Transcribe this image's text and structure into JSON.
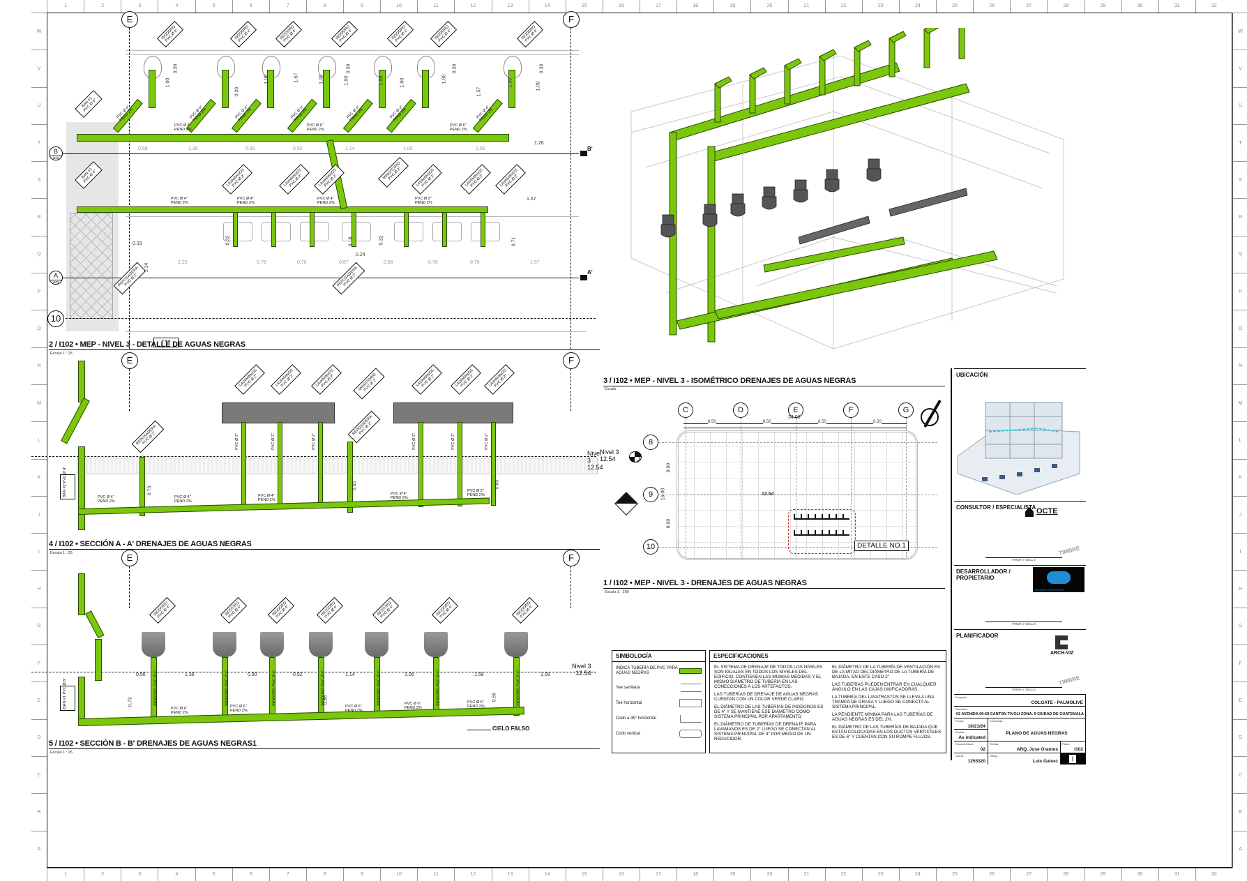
{
  "rulers": {
    "top": [
      "1",
      "2",
      "3",
      "4",
      "5",
      "6",
      "7",
      "8",
      "9",
      "10",
      "11",
      "12",
      "13",
      "14",
      "15",
      "16",
      "17",
      "18",
      "19",
      "20",
      "21",
      "22",
      "23",
      "24",
      "25",
      "26",
      "27",
      "28",
      "29",
      "30",
      "31",
      "32"
    ],
    "side": [
      "W",
      "V",
      "U",
      "T",
      "S",
      "R",
      "Q",
      "P",
      "O",
      "N",
      "M",
      "L",
      "K",
      "J",
      "I",
      "H",
      "G",
      "F",
      "E",
      "D",
      "C",
      "B",
      "A"
    ]
  },
  "views": {
    "plan_detail": {
      "title": "2 / I102 • MEP - NIVEL 3 - DETALLE DE AGUAS NEGRAS",
      "scale": "Escala 1 : 25",
      "grid": [
        "E",
        "F",
        "B",
        "B'",
        "A",
        "A'",
        "10"
      ],
      "section_ref": "I102",
      "tags": {
        "inodoro": "INODORO PVC Ø 4\"",
        "bajante1": "BAN #1 PVC Ø 6\"",
        "bajante2": "BAN #2 PVC Ø 4\"",
        "lavamanos": "LAVAMANOS PVC Ø 2\"",
        "mingitorio": "MINGITORIO PVC Ø 2\"",
        "reposadera": "REPOSADERA PVC Ø 2\""
      },
      "pipe_labels": {
        "main6": "PVC Ø 6\" PEND 2%",
        "main4": "PVC Ø 4\" PEND 2%",
        "branch4": "PVC Ø 4\" PEND 2%",
        "branch2": "PVC Ø 2\" PEND 2%"
      },
      "dims_top": [
        "0.39",
        "1.00",
        "0.39",
        "1.00",
        "1.57",
        "1.00",
        "1.00",
        "1.00",
        "0.39",
        "1.00",
        "1.00",
        "0.39",
        "1.57",
        "1.00",
        "0.39",
        "1.09"
      ],
      "dims_row1": [
        "0.58",
        "1.38",
        "0.90",
        "0.92",
        "1.14",
        "1.06",
        "1.58",
        "1.26"
      ],
      "dims_row2": [
        "2.23",
        "0.76",
        "0.76",
        "0.87",
        "0.88",
        "0.76",
        "0.76",
        "1.57"
      ],
      "dims_misc": [
        "1.67",
        "0.71",
        "0.32",
        "0.32",
        "0.18",
        "0.24",
        "0.33",
        "1.14"
      ]
    },
    "isometric": {
      "title": "3 / I102 • MEP - NIVEL 3 - ISOMÉTRICO DRENAJES DE AGUAS NEGRAS",
      "scale": "Escala"
    },
    "section_aa": {
      "title": "4 / I102 • SECCIÓN  A - A' DRENAJES DE AGUAS NEGRAS",
      "scale": "Escala 1 : 25",
      "grid": [
        "E",
        "F"
      ],
      "level": {
        "name": "Nivel 3",
        "elev": "12.54"
      },
      "dims": [
        "0.73",
        "0.65",
        "0.60"
      ],
      "vert_labels": [
        "PVC Ø 2\"",
        "PVC Ø 2\"",
        "PVC Ø 2\"",
        "PVC Ø 2\"",
        "PVC Ø 2\"",
        "PVC Ø 2\""
      ]
    },
    "section_bb": {
      "title": "5 / I102 • SECCIÓN B - B' DRENAJES DE AGUAS NEGRAS1",
      "scale": "Escala 1 : 25",
      "grid": [
        "E",
        "F"
      ],
      "level": {
        "name": "Nivel 3",
        "elev": "12.54"
      },
      "dims_top": [
        "0.56",
        "1.38",
        "0.90",
        "0.92",
        "1.14",
        "1.06",
        "1.58",
        "1.09"
      ],
      "dims": [
        "0.73",
        "0.66",
        "0.59"
      ],
      "cielo": "CIELO FALSO"
    },
    "key_plan": {
      "title": "1 / I102 • MEP - NIVEL 3 - DRENAJES DE AGUAS NEGRAS",
      "scale": "Escala 1 : 200",
      "grid_cols": [
        "C",
        "D",
        "E",
        "F",
        "G"
      ],
      "grid_rows": [
        "8",
        "9",
        "10"
      ],
      "spacing": [
        "8.50",
        "8.50",
        "8.50",
        "8.50"
      ],
      "total": "34.00",
      "row_dims": [
        "8.00",
        "8.00",
        "16.00"
      ],
      "level": {
        "name": "Nivel 3",
        "elev": "12.54"
      },
      "spot_elev": "12.54",
      "callout": "DETALLE NO.1"
    }
  },
  "simbologia": {
    "header": "SIMBOLOGÍA",
    "items": [
      {
        "label": "INDICA TUBERÍA DE PVC PARA AGUAS NEGRAS",
        "color": "#7ac70c"
      },
      {
        "label": "Yee sanitaria"
      },
      {
        "label": "Tee horizontal"
      },
      {
        "label": "Codo a 45° horizontal"
      },
      {
        "label": "Codo vertical"
      }
    ]
  },
  "especificaciones": {
    "header": "ESPECIFICACIONES",
    "col1": [
      "EL SISTEMA DE DRENAJE DE TODOS LOS NIVELES SON IGUALES EN TODOS LOS NIVELES DEL EDIFICIO, CONTIENEN LAS MISMAS MEDIDAS Y EL MISMO DIÁMETRO DE TUBERÍA EN LAS CONECCIONES A LOS ARTEFACTOS.",
      "LAS TUBERÍAS DE DRENAJE DE AGUAS NEGRAS CUENTAN CON UN COLOR VERDE CLARO.",
      "EL DIÁMETRO DE LAS TUBERÍAS DE INODOROS ES DE 4\" Y SE MANTIENE ESE DIÁMETRO COMO SISTEMA PRINCIPAL POR APARTAMENTO",
      "EL DIÁMETRO DE TUBERÍAS DE DRENAJE PARA LAVAMANOS ES DE 2\" LUEGO SE CONECTAN AL SISTEMA PRINCIPAL DE 4\" POR MEDIO DE UN REDUCIDOR."
    ],
    "col2": [
      "EL DIÁMETRO DE LA TUBERÍA DE VENTILACIÓN ES DE LA MITAD DEL DIÁMETRO DE LA TUBERÍA DE BAJADA, EN ESTE CASO 2\"",
      "LAS TUBERÍAS PUEDEN ENTRAR EN CUALQUIER ÁNGULO EN  LAS CAJAS UNIFICADORAS.",
      "LA TUBERÍA DEL LAVATRASTOS SE LLEVA A UNA TRAMPA DE GRASA Y LUEGO SE CONECTA AL SISTEMA PRINCIPAL.",
      "LA PENDIENTE MÍNIMA PARA LAS TUBERÍAS DE AGUAS NEGRAS ES DEL 2%.",
      "EL DIÁMETRO DE LAS TUBERÍAS DE BAJADA QUE ESTÁN COLOCADAS EN LOS DUCTOS VERTICALES ES DE 6\" Y CUENTAN CON SU ROMPE FLUJOS."
    ]
  },
  "title_block": {
    "ubicacion": "UBICACIÓN",
    "consultor": "CONSULTOR / ESPECIALISTA",
    "consultor_logo": "OCTE",
    "desarrollador": "DESARROLLADOR / PROPIETARIO",
    "desarrollador_logo": "COLGATE-PALMOLIVE",
    "planificador": "PLANIFICADOR",
    "planificador_logo": "ARCH-VIZ",
    "firma": "FIRMA Y SELLO",
    "timbre": "TIMBRE",
    "fields": {
      "proyecto_k": "Proyecto:",
      "proyecto": "COLGATE - PALMOLIVE",
      "direccion_k": "Dirección:",
      "direccion": "02 AVENIDA 08-68 CANTON TIVOLI ZONA. 9 CIUDAD DE GUATEMALA",
      "fecha_k": "Fecha:",
      "fecha": "10/21/24",
      "contenido_k": "Contenido:",
      "contenido": "PLANO DE AGUAS NEGRAS",
      "escala_k": "Escala:",
      "escala": "As indicated",
      "seccion_k": "Sección/Clase:",
      "seccion": "02",
      "revisa_k": "Revisa:",
      "revisa": "ARQ. Jose Orantes",
      "plano_k": "Plano:",
      "plano": "I102",
      "carne_k": "Carné:",
      "carne": "1255320",
      "dibujo_k": "Dibujo:",
      "dibujo": "Luis Galvez",
      "hoja": "I"
    }
  },
  "colors": {
    "pipe": "#7ac70c",
    "pipe_dark": "#2b4a00",
    "fixture": "#7a7a7a",
    "callout_red": "#c62828",
    "highlight_cyan": "#18d6e8"
  }
}
